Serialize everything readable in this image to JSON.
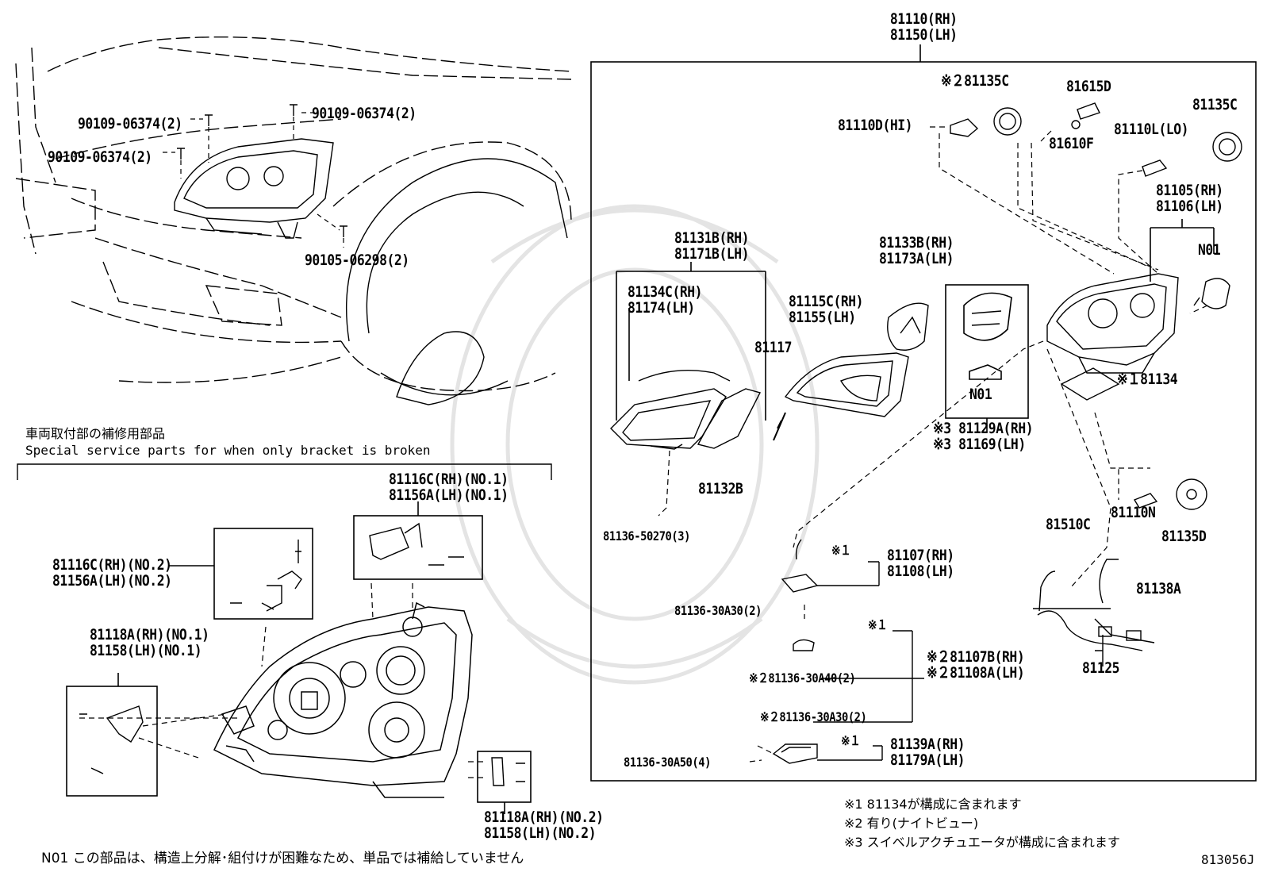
{
  "title": {
    "line1": "81110(RH)",
    "line2": "81150(LH)"
  },
  "labels": {
    "b1": "90109-06374(2)",
    "b2": "90109-06374(2)",
    "b3": "90109-06374(2)",
    "b4": "90105-06298(2)",
    "p81135c_a": "※２81135C",
    "p81615d": "81615D",
    "p81135c_b": "81135C",
    "p81110d": "81110D(HI)",
    "p81610f": "81610F",
    "p81110l": "81110L(LO)",
    "p81105": "81105(RH)",
    "p81106": "81106(LH)",
    "n01_a": "N01",
    "p81131b": "81131B(RH)",
    "p81171b": "81171B(LH)",
    "p81133b": "81133B(RH)",
    "p81173a": "81173A(LH)",
    "p81134c": "81134C(RH)",
    "p81174": "81174(LH)",
    "p81115c": "81115C(RH)",
    "p81155": "81155(LH)",
    "p81117": "81117",
    "n01_b": "N01",
    "p81134": "※１81134",
    "p81129a": "※3 81129A(RH)",
    "p81169": "※3 81169(LH)",
    "p81132b": "81132B",
    "p81136_50270": "81136-50270(3)",
    "p81510c": "81510C",
    "p81110n": "81110N",
    "p81135d": "81135D",
    "k1a": "※１",
    "p81107": "81107(RH)",
    "p81108": "81108(LH)",
    "p81136_30a30": "81136-30A30(2)",
    "p81138a": "81138A",
    "k1b": "※１",
    "p81107b": "※２81107B(RH)",
    "p81108a": "※２81108A(LH)",
    "p81136_30a40": "※２81136-30A40(2)",
    "p81125": "81125",
    "p81136_30a30b": "※２81136-30A30(2)",
    "k1c": "※１",
    "p81139a": "81139A(RH)",
    "p81179a": "81179A(LH)",
    "p81136_30a50": "81136-30A50(4)",
    "svc_jp": "車両取付部の補修用部品",
    "svc_en": "Special service parts for when only bracket is broken",
    "p81116c_1": "81116C(RH)(NO.1)",
    "p81156a_1": "81156A(LH)(NO.1)",
    "p81116c_2": "81116C(RH)(NO.2)",
    "p81156a_2": "81156A(LH)(NO.2)",
    "p81118a_1": "81118A(RH)(NO.1)",
    "p81158_1": "81158(LH)(NO.1)",
    "p81118a_2": "81118A(RH)(NO.2)",
    "p81158_2": "81158(LH)(NO.2)"
  },
  "notes": {
    "n1": "※1  81134が構成に含まれます",
    "n2": "※2  有り(ナイトビュー)",
    "n3": "※3  スイベルアクチュエータが構成に含まれます",
    "n01": "N01 この部品は、構造上分解･組付けが困難なため、単品では補給していません",
    "code": "813056J"
  }
}
